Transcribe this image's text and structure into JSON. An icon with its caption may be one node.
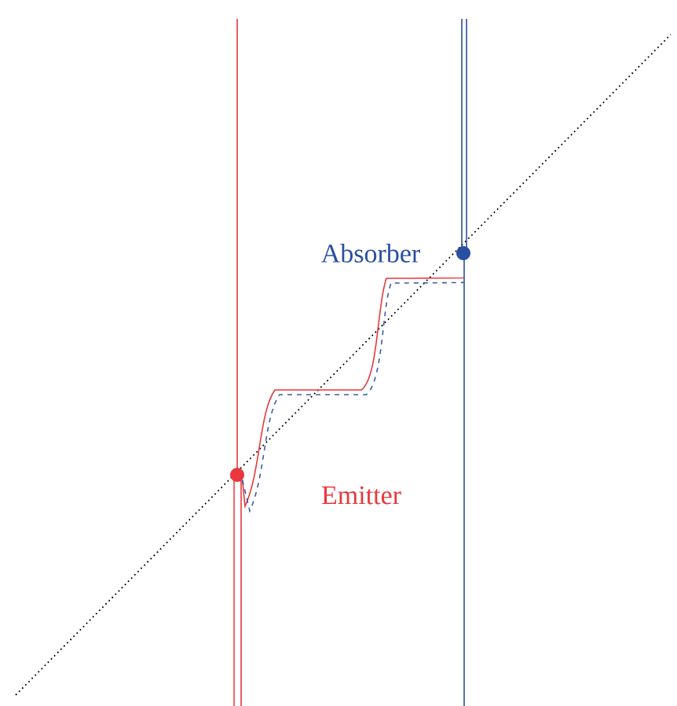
{
  "diagram": {
    "nodes": [
      {
        "text": [],
        "shape": "circle",
        "beside": [
          "Emitter"
        ]
      },
      {
        "text": [],
        "shape": "circle",
        "beside": [
          "Absorber"
        ]
      }
    ],
    "edges": [
      {
        "from": 0,
        "to": 1,
        "arrow": "none",
        "color": "#e8383d"
      },
      {
        "from": 0,
        "to": 1,
        "arrow": "none",
        "style": "dashed",
        "color": "#3a5fb0"
      }
    ]
  }
}
